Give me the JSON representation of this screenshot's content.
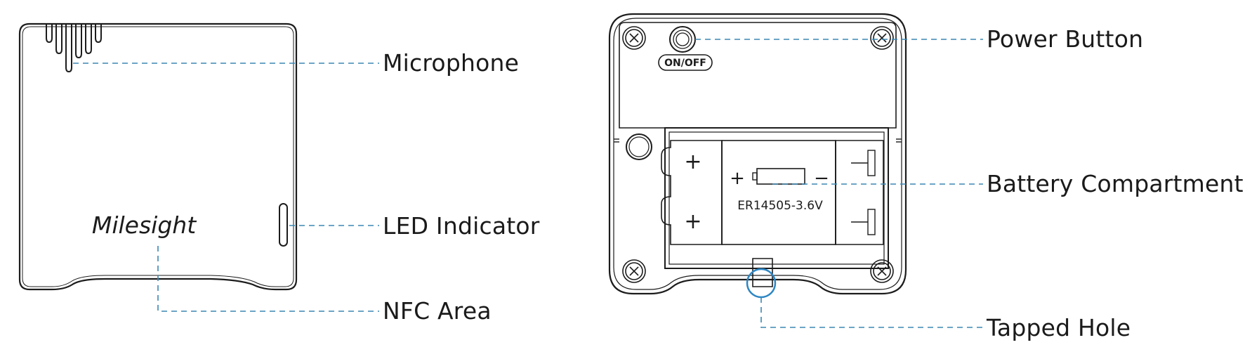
{
  "front_view": {
    "brand": "Milesight",
    "callouts": {
      "microphone": "Microphone",
      "led_indicator": "LED Indicator",
      "nfc_area": "NFC Area"
    }
  },
  "back_view": {
    "power_marking": "ON/OFF",
    "battery_marking": "ER14505-3.6V",
    "plus_symbol": "+",
    "minus_symbol": "−",
    "callouts": {
      "power_button": "Power Button",
      "battery_compartment": "Battery Compartment",
      "tapped_hole": "Tapped Hole"
    }
  },
  "colors": {
    "outline": "#1c1c1c",
    "leader_line": "#3b87b3",
    "highlight_circle": "#2d86c4"
  }
}
